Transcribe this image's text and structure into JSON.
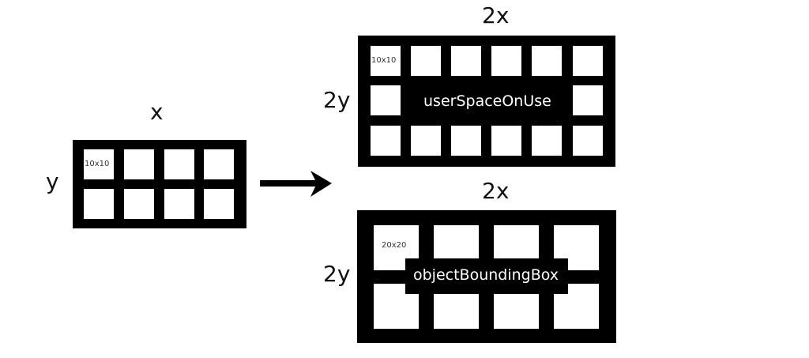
{
  "source_pattern": {
    "width_label": "x",
    "height_label": "y",
    "tile_label": "10x10",
    "columns": 4,
    "rows": 2
  },
  "arrow": {
    "direction": "right"
  },
  "user_space": {
    "width_label": "2x",
    "height_label": "2y",
    "tile_label": "10x10",
    "mode_label": "userSpaceOnUse",
    "columns": 6,
    "rows": 3
  },
  "object_bbox": {
    "width_label": "2x",
    "height_label": "2y",
    "tile_label": "20x20",
    "mode_label": "objectBoundingBox",
    "columns": 4,
    "rows": 2
  },
  "colors": {
    "fill": "#000000",
    "background": "#ffffff"
  }
}
